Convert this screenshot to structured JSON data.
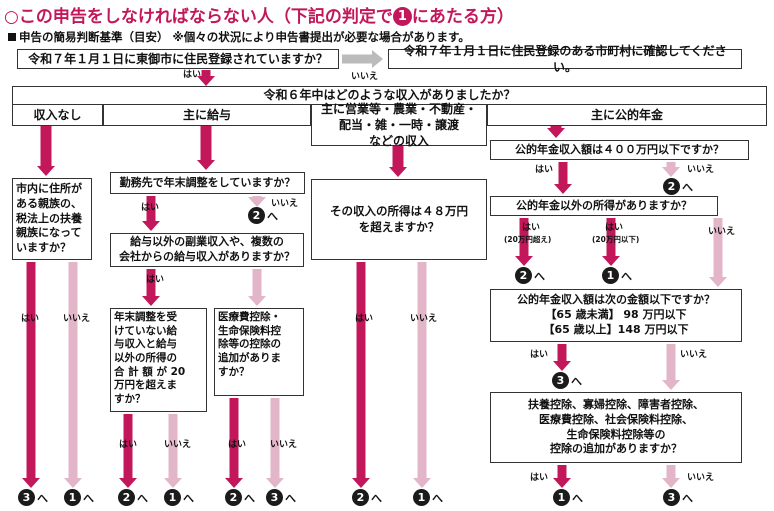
{
  "title": {
    "prefix": "○この申告をしなければならない人（下記の判定で",
    "mark": "1",
    "suffix": "にあたる方）"
  },
  "subtitle": {
    "main": "申告の簡易判断基準（目安）",
    "note": "※個々の状況により申告書提出が必要な場合があります。"
  },
  "boxes": {
    "q_registered": "令和７年１月１日に東御市に住民登録されていますか？",
    "confirm_other": "令和７年１月１日に住民登録のある市町村に確認してください。",
    "q_income_type": "令和６年中はどのような収入がありましたか？",
    "cat_none": "収入なし",
    "cat_salary": "主に給与",
    "cat_business": "主に営業等・農業・不動産・\n配当・雑・一時・譲渡\nなどの収入",
    "cat_pension": "主に公的年金",
    "q_dependent": "市内に住所が\nある親族の、\n税法上の扶養\n親族になって\nいますか？",
    "q_year_end": "勤務先で年末調整をしていますか？",
    "q_side_income": "給与以外の副業収入や、複数の\n会社からの給与収入がありますか？",
    "q_no_adjust": "年末調整を受\nけていない給\n与収入と給与\n以外の所得の\n合 計 額 が 20\n万円を超えま\nすか？",
    "q_add_deduction": "医療費控除・\n生命保険料控\n除等の控除の\n追加がありま\nすか？",
    "q_over48": "その収入の所得は４８万円\nを超えますか？",
    "q_pension400": "公的年金収入額は４００万円以下ですか？",
    "q_other_income": "公的年金以外の所得がありますか？",
    "q_pension_threshold": "公的年金収入額は次の金額以下ですか？\n【65 歳未満】 98 万円以下\n【65 歳以上】148 万円以下",
    "q_deductions": "扶養控除、寡婦控除、障害者控除、\n医療費控除、社会保険料控除、\n生命保険料控除等の\n控除の追加がありますか？"
  },
  "labels": {
    "yes": "はい",
    "no": "いいえ",
    "over20": "(20万円超え)",
    "under20": "(20万円以下)"
  },
  "results": {
    "suffix": "へ",
    "r_dep_yes": "3",
    "r_dep_no": "1",
    "r_adj_yes": "2",
    "r_noadj_yes": "2",
    "r_noadj_no": "1",
    "r_add_yes": "2",
    "r_add_no": "3",
    "r_48_yes": "2",
    "r_48_no": "1",
    "r_p400_no": "2",
    "r_oi_over": "2",
    "r_oi_under": "1",
    "r_pt_yes": "3",
    "r_ded_yes": "1",
    "r_ded_no": "3"
  },
  "colors": {
    "yes_arrow": "#c2185b",
    "no_arrow": "#e2b5c8",
    "gray_arrow": "#bbbbbb",
    "title": "#c2185b"
  }
}
